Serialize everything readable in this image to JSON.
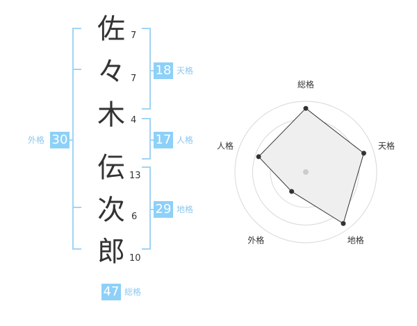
{
  "name": {
    "characters": [
      {
        "char": "佐",
        "strokes": "7"
      },
      {
        "char": "々",
        "strokes": "7"
      },
      {
        "char": "木",
        "strokes": "4"
      },
      {
        "char": "伝",
        "strokes": "13"
      },
      {
        "char": "次",
        "strokes": "6"
      },
      {
        "char": "郎",
        "strokes": "10"
      }
    ]
  },
  "kaku": {
    "tenkaku": {
      "value": "18",
      "label": "天格"
    },
    "jinkaku": {
      "value": "17",
      "label": "人格"
    },
    "chikaku": {
      "value": "29",
      "label": "地格"
    },
    "gaikaku": {
      "value": "30",
      "label": "外格"
    },
    "soukaku": {
      "value": "47",
      "label": "総格"
    }
  },
  "colors": {
    "accent": "#8dd0f8",
    "bracket": "#9fd4f5",
    "radar_fill": "#efefef",
    "radar_ring": "#d8d8d8"
  },
  "chart_data": {
    "type": "radar",
    "axes": [
      "総格",
      "天格",
      "地格",
      "外格",
      "人格"
    ],
    "rings": 4,
    "max": 5,
    "values": [
      4.5,
      4.3,
      4.5,
      1.7,
      3.5
    ]
  }
}
